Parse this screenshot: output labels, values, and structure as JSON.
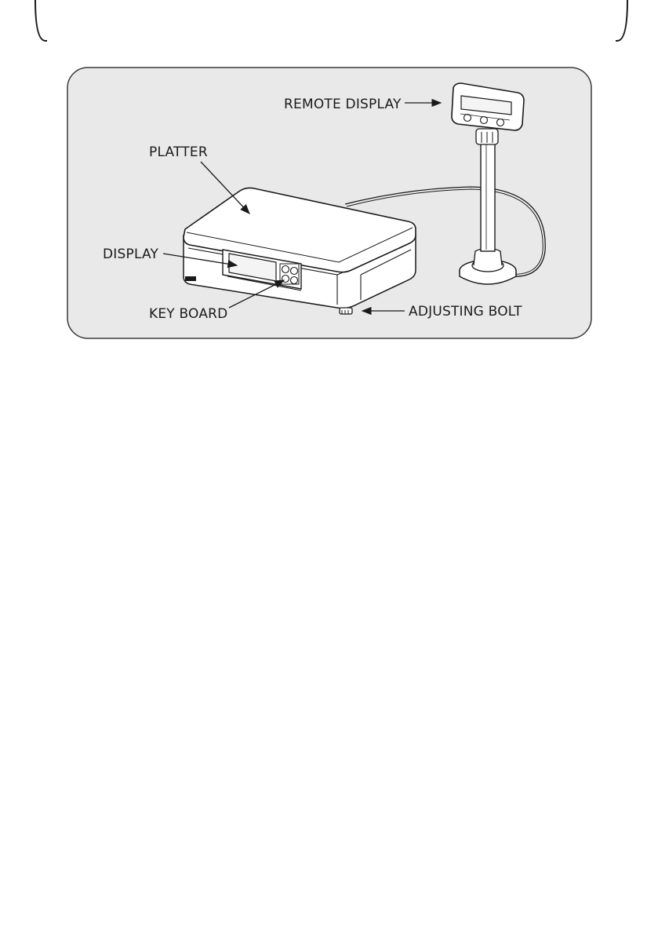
{
  "diagram": {
    "labels": {
      "remote_display": "REMOTE DISPLAY",
      "platter": "PLATTER",
      "display": "DISPLAY",
      "key_board": "KEY BOARD",
      "adjusting_bolt": "ADJUSTING BOLT"
    },
    "colors": {
      "panel_fill": "#e9e9e9",
      "panel_stroke": "#3a3a3a",
      "line": "#1a1a1a",
      "device_fill": "#ffffff",
      "device_shade": "#f4f4f4"
    }
  }
}
